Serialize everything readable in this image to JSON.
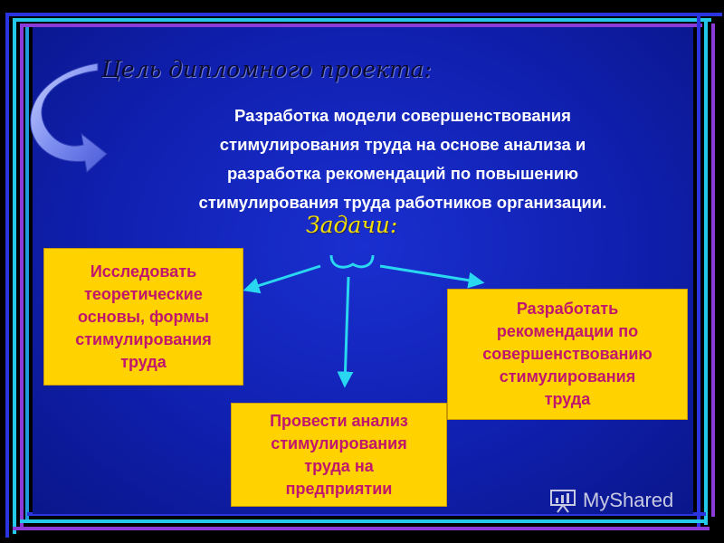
{
  "goal": {
    "title": "Цель дипломного проекта:",
    "text": "Разработка модели совершенствования\n        стимулирования труда на основе анализа и\n   разработка рекомендаций по повышению\nстимулирования труда работников организации."
  },
  "tasks": {
    "title": "Задачи:",
    "items": [
      "Исследовать\nтеоретические\nосновы, формы\nстимулирования\nтруда",
      "Разработать\nрекомендации по\nсовершенствованию\nстимулирования\nтруда",
      "Провести анализ\nстимулирования\nтруда на\nпредприятии"
    ]
  },
  "watermark": {
    "text": "MyShared",
    "icon": "presentation-icon"
  },
  "colors": {
    "background": "#1020b0",
    "box": "#ffd200",
    "box_text": "#c0166e",
    "tasks_title": "#f4e000",
    "arrow": "#29d7f0"
  }
}
